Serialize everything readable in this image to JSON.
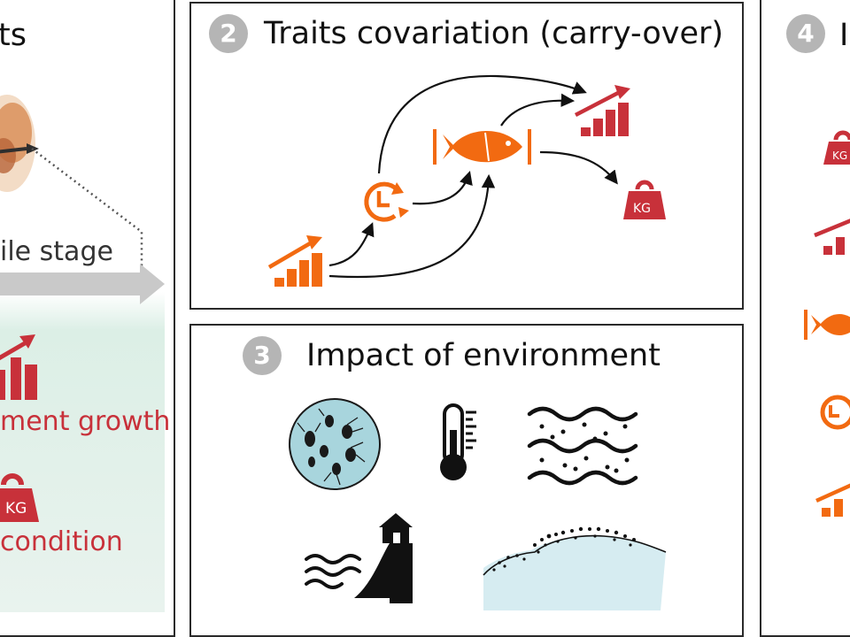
{
  "panel1": {
    "title": "ts",
    "stage_label": "ile stage",
    "item1": "ment growth",
    "item2": "condition",
    "kg_label": "KG"
  },
  "panel2": {
    "number": "2",
    "title": "Traits covariation (carry-over)",
    "kg_label": "KG"
  },
  "panel3": {
    "number": "3",
    "title": "Impact of environment"
  },
  "panel4": {
    "number": "4",
    "title": "I",
    "kg_label": "KG"
  },
  "colors": {
    "orange": "#f26a11",
    "red": "#c8313a",
    "panel_bg_green": "#dcefe6",
    "plankton_blue": "#a8d5dd",
    "ice_blue": "#d6ecf1",
    "arrow_grey": "#c9c9c9"
  }
}
